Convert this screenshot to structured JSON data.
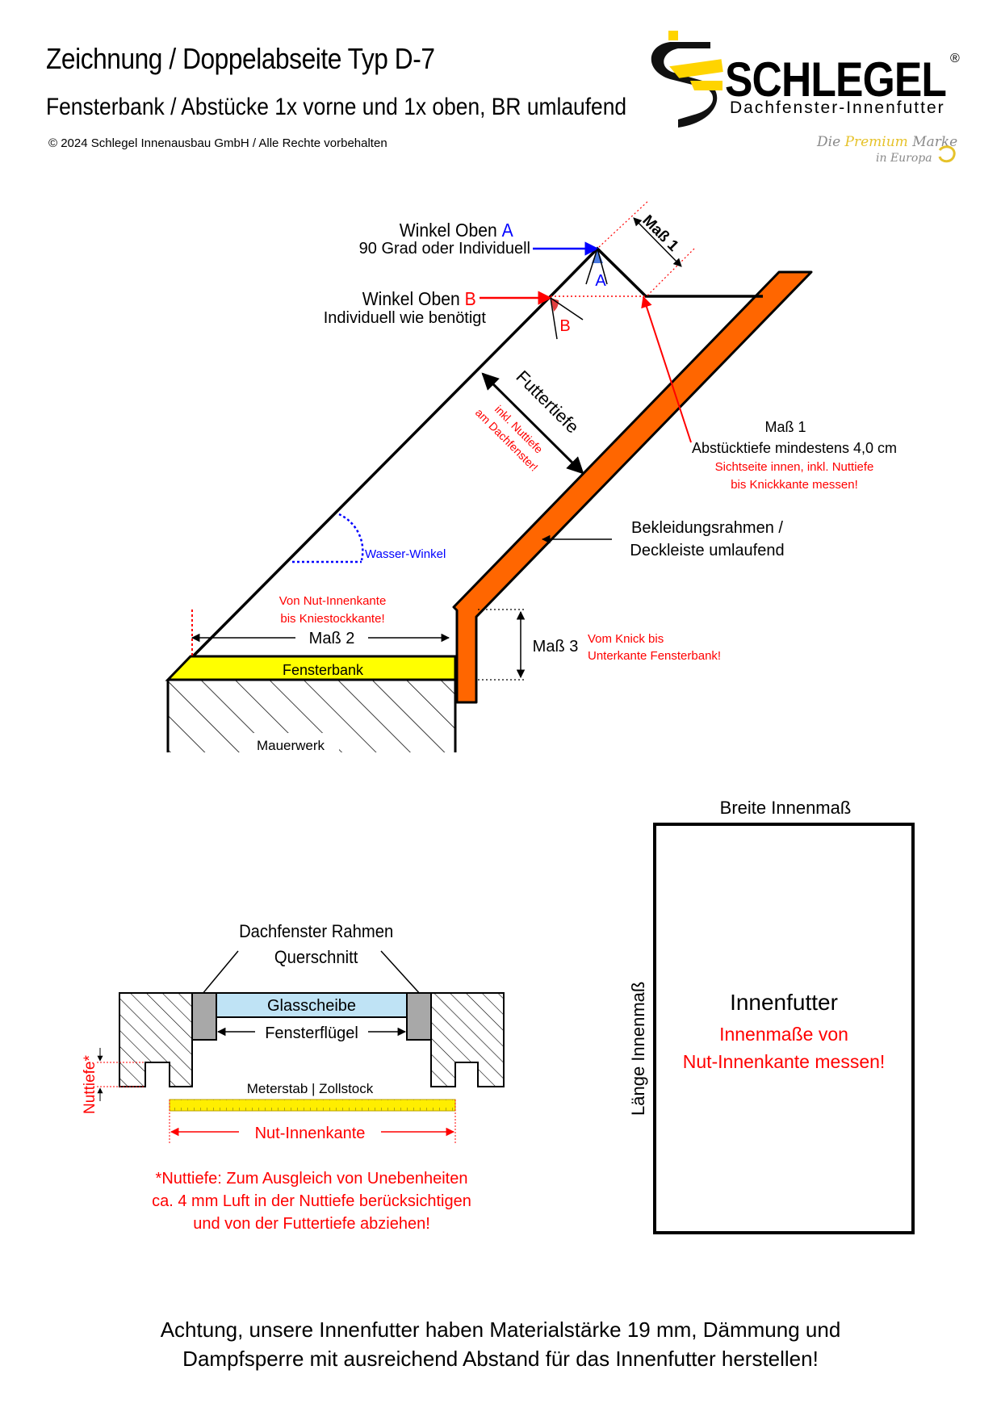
{
  "header": {
    "title": "Zeichnung / Doppelabseite Typ D-7",
    "subtitle": "Fensterbank / Abstücke 1x vorne und 1x oben, BR umlaufend",
    "copyright": "© 2024 Schlegel Innenausbau GmbH / Alle Rechte vorbehalten"
  },
  "logo": {
    "name": "SCHLEGEL",
    "registered": "®",
    "subline": "Dachfenster-Innenfutter",
    "tagline_pre": "Die ",
    "tagline_premium": "Premium",
    "tagline_post": " Marke",
    "tagline2": "in Europa"
  },
  "section_drawing": {
    "winkel_a_title": "Winkel Oben ",
    "winkel_a_letter": "A",
    "winkel_a_desc": "90 Grad oder Individuell",
    "winkel_b_title": "Winkel Oben ",
    "winkel_b_letter": "B",
    "winkel_b_desc": "Individuell wie benötigt",
    "mass1_top": "Maß 1",
    "marker_a": "A",
    "marker_b": "B",
    "futtertiefe": "Futtertiefe",
    "nuttiefe_note_1": "inkl. Nuttiefe",
    "nuttiefe_note_2": "am Dachfenster!",
    "mass1_title": "Maß 1",
    "mass1_desc": "Abstücktiefe mindestens 4,0 cm",
    "mass1_note_1": "Sichtseite innen, inkl. Nuttiefe",
    "mass1_note_2": "bis Knickkante messen!",
    "wasser_winkel": "Wasser-Winkel",
    "bekleidung_1": "Bekleidungsrahmen /",
    "bekleidung_2": "Deckleiste umlaufend",
    "mass2_note_1": "Von Nut-Innenkante",
    "mass2_note_2": "bis Kniestockkante!",
    "mass2": "Maß 2",
    "mass3": "Maß 3",
    "mass3_note_1": "Vom Knick bis",
    "mass3_note_2": "Unterkante Fensterbank!",
    "fensterbank": "Fensterbank",
    "mauerwerk": "Mauerwerk"
  },
  "section_cross": {
    "title_1": "Dachfenster Rahmen",
    "title_2": "Querschnitt",
    "glasscheibe": "Glasscheibe",
    "fensterfluegel": "Fensterflügel",
    "nuttiefe": "Nuttiefe*",
    "meterstab": "Meterstab | Zollstock",
    "nut_innenkante": "Nut-Innenkante",
    "note_1": "*Nuttiefe: Zum Ausgleich von Unebenheiten",
    "note_2": "ca. 4 mm Luft in der Nuttiefe berücksichtigen",
    "note_3": "und von der Futtertiefe abziehen!"
  },
  "section_box": {
    "breite": "Breite Innenmaß",
    "laenge": "Länge Innenmaß",
    "title": "Innenfutter",
    "note_1": "Innenmaße von",
    "note_2": "Nut-Innenkante messen!"
  },
  "footer": {
    "line_1": "Achtung, unsere Innenfutter haben Materialstärke 19 mm, Dämmung und",
    "line_2": "Dampfsperre mit ausreichend Abstand für das Innenfutter herstellen!"
  },
  "colors": {
    "red": "#ff0000",
    "blue": "#0000ff",
    "orange": "#ff6600",
    "yellow": "#ffff00",
    "glass": "#bfe3f5",
    "logo_yellow": "#ffd400"
  }
}
